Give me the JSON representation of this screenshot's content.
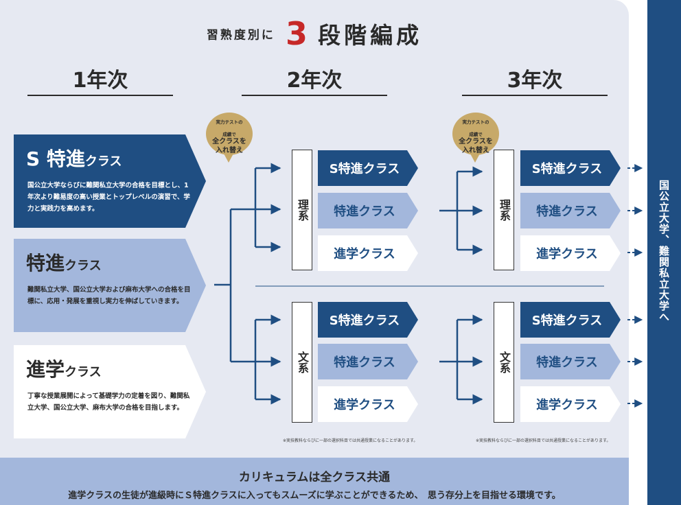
{
  "header": {
    "prefix": "習熟度別に",
    "number": "3",
    "suffix": "段階編成"
  },
  "years": [
    "1年次",
    "2年次",
    "3年次"
  ],
  "classes": [
    {
      "title_main": "S 特進",
      "title_suffix": "クラス",
      "description": "国公立大学ならびに難関私立大学の合格を目標とし、1年次より難易度の高い授業とトップレベルの演習で、学力と実践力を高めます。",
      "color": "#1f4e82"
    },
    {
      "title_main": "特進",
      "title_suffix": "クラス",
      "description": "難関私立大学、国公立大学および麻布大学への合格を目標に、応用・発展を重視し実力を伸ばしていきます。",
      "color": "#a3b7dc"
    },
    {
      "title_main": "進学",
      "title_suffix": "クラス",
      "description": "丁寧な授業展開によって基礎学力の定着を図り、難関私立大学、国公立大学、麻布大学の合格を目指します。",
      "color": "#ffffff"
    }
  ],
  "badge": {
    "line1": "実力テストの",
    "line1b": "成績で",
    "line2": "全クラスを",
    "line3": "入れ替え"
  },
  "streams": [
    "理系",
    "文系"
  ],
  "class_labels": [
    "S特進クラス",
    "特進クラス",
    "進学クラス"
  ],
  "note": "※実技教科ならびに一部の選択科目では共通授業になることがあります。",
  "sidebar_text": "国公立大学、難関私立大学へ",
  "footer": {
    "title": "カリキュラムは全クラス共通",
    "text": "進学クラスの生徒が進級時にＳ特進クラスに入ってもスムーズに学ぶことができるため、　思う存分上を目指せる環境です。"
  },
  "colors": {
    "navy": "#1f4e82",
    "light_blue": "#a3b7dc",
    "gold": "#c7a969",
    "red": "#c62828",
    "panel": "#e6e9f2"
  }
}
